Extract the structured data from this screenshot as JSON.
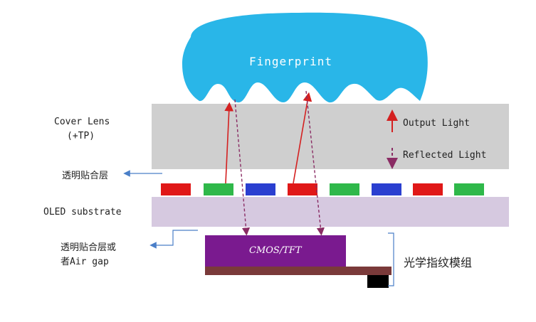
{
  "fingerprint_label": "Fingerprint",
  "cover_lens_label_line1": "Cover Lens",
  "cover_lens_label_line2": "(+TP)",
  "transparent_adhesive_label": "透明贴合层",
  "oled_label": "OLED substrate",
  "adhesive_or_airgap_line1": "透明贴合层或",
  "adhesive_or_airgap_line2": "者Air gap",
  "cmos_label": "CMOS/TFT",
  "module_label": "光学指纹模组",
  "legend": {
    "output_light": "Output Light",
    "reflected_light": "Reflected Light"
  },
  "colors": {
    "fingerprint": "#29b6e8",
    "cover_lens": "#cfcfcf",
    "oled": "#d6c9e0",
    "cmos": "#7a1a8f",
    "base": "#7a3a3a",
    "output_arrow": "#d42020",
    "reflected_arrow": "#8a2c64",
    "pointer_arrow": "#4a7fc8",
    "pixel_red": "#e01818",
    "pixel_green": "#2fb84a",
    "pixel_blue": "#2a3fd0"
  },
  "pixels": [
    "red",
    "green",
    "blue",
    "red",
    "green",
    "blue",
    "red",
    "green"
  ]
}
